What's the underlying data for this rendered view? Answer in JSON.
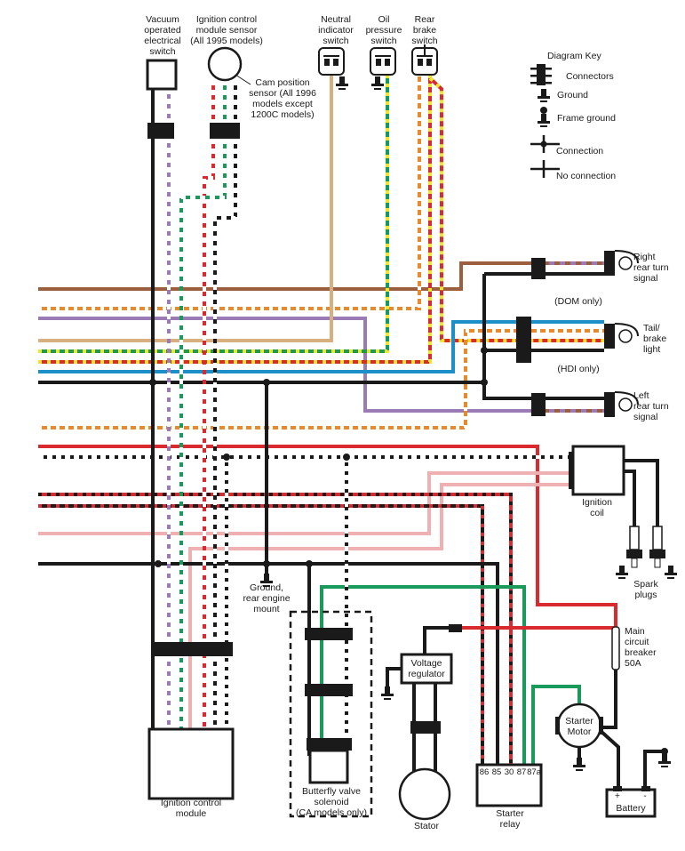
{
  "labels": {
    "vacuum_switch": [
      "Vacuum",
      "operated",
      "electrical",
      "switch"
    ],
    "icm_sensor": [
      "Ignition control",
      "module sensor",
      "(All 1995 models)"
    ],
    "cam_sensor": [
      "Cam position",
      "sensor (All 1996",
      "models except",
      "1200C models)"
    ],
    "neutral_switch": [
      "Neutral",
      "indicator",
      "switch"
    ],
    "oil_switch": [
      "Oil",
      "pressure",
      "switch"
    ],
    "brake_switch": [
      "Rear",
      "brake",
      "switch"
    ],
    "right_turn": [
      "Right",
      "rear turn",
      "signal"
    ],
    "tail_light": [
      "Tail/",
      "brake",
      "light"
    ],
    "left_turn": [
      "Left",
      "rear turn",
      "signal"
    ],
    "dom_only": "(DOM only)",
    "hdi_only": "(HDI only)",
    "ignition_coil": [
      "Ignition",
      "coil"
    ],
    "spark_plugs": [
      "Spark",
      "plugs"
    ],
    "ground_mount": [
      "Ground,",
      "rear engine",
      "mount"
    ],
    "main_breaker": [
      "Main",
      "circuit",
      "breaker",
      "50A"
    ],
    "voltage_regulator": [
      "Voltage",
      "regulator"
    ],
    "starter_motor": [
      "Starter",
      "Motor"
    ],
    "relay_terminals": [
      "86",
      "85",
      "30",
      "87",
      "87a"
    ],
    "starter_relay": [
      "Starter",
      "relay"
    ],
    "stator": "Stator",
    "battery": "Battery",
    "battery_plus": "+",
    "battery_minus": "-",
    "butterfly": [
      "Butterfly valve",
      "solenoid",
      "(CA models only)"
    ],
    "icm": [
      "Ignition control",
      "module"
    ]
  },
  "key": {
    "title": "Diagram Key",
    "items": [
      "Connectors",
      "Ground",
      "Frame ground",
      "Connection",
      "No connection"
    ]
  },
  "colors": {
    "black": "#1a1a1a",
    "red": "#d92b2f",
    "orange": "#e8892b",
    "purple": "#9b7bb5",
    "brown": "#9b5e3f",
    "tan": "#d8b080",
    "green": "#1a9a5a",
    "yellow": "#f2e62a",
    "blue": "#1c8fc8",
    "pink": "#eeb0b0",
    "white": "#ffffff",
    "gray": "#b0b0b0"
  }
}
